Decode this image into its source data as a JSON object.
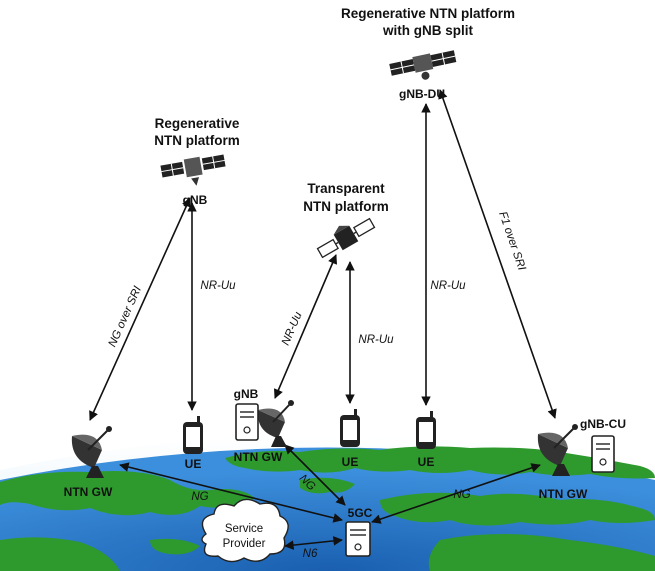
{
  "labels": {
    "regen_split_title_1": "Regenerative NTN platform",
    "regen_split_title_2": "with gNB split",
    "regen_title_1": "Regenerative",
    "regen_title_2": "NTN platform",
    "transparent_title_1": "Transparent",
    "transparent_title_2": "NTN platform",
    "gnb_du": "gNB-DU",
    "gnb_sat": "gNB",
    "gnb_ground": "gNB",
    "gnb_cu": "gNB-CU",
    "ntn_gw_left": "NTN GW",
    "ntn_gw_mid": "NTN GW",
    "ntn_gw_right": "NTN GW",
    "ue_1": "UE",
    "ue_2": "UE",
    "ue_3": "UE",
    "core": "5GC",
    "service_provider_1": "Service",
    "service_provider_2": "Provider"
  },
  "links": {
    "ng_over_sri": "NG over SRI",
    "nr_uu_1": "NR-Uu",
    "nr_uu_2": "NR-Uu",
    "nr_uu_3": "NR-Uu",
    "nr_uu_4": "NR-Uu",
    "f1_over_sri": "F1 over SRI",
    "ng_1": "NG",
    "ng_2": "NG",
    "ng_3": "NG",
    "n6": "N6"
  },
  "colors": {
    "ocean": "#1f6fc4",
    "land": "#2e9a2e",
    "sky_glow": "#9fd0ef"
  }
}
